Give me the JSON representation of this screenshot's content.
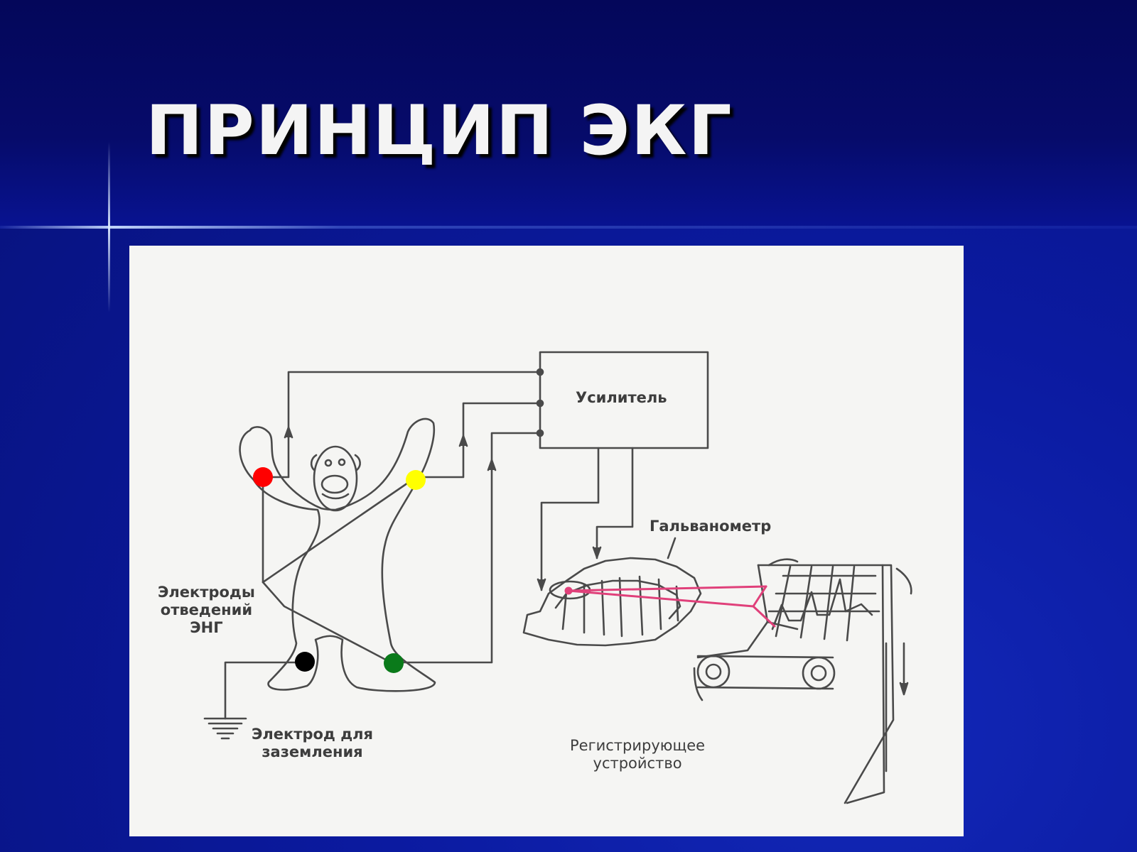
{
  "slide": {
    "title": "ПРИНЦИП ЭКГ"
  },
  "diagram": {
    "amplifier_label": "Усилитель",
    "galvanometer_label": "Гальванометр",
    "lead_electrodes_label": [
      "Электроды",
      "отведений",
      "ЭНГ"
    ],
    "ground_electrode_label": [
      "Электрод для",
      "заземления"
    ],
    "recorder_label": [
      "Регистрирующее",
      "устройство"
    ],
    "electrode_colors": {
      "right_arm": "#ff0000",
      "left_arm": "#ffff00",
      "right_leg": "#000000",
      "left_leg": "#0a7a1a"
    }
  },
  "colors": {
    "background": "#0b1aa0",
    "title": "#f4f4f4",
    "panel": "#f5f5f3",
    "line": "#4a4a4a",
    "light_beam": "#e0407a"
  }
}
